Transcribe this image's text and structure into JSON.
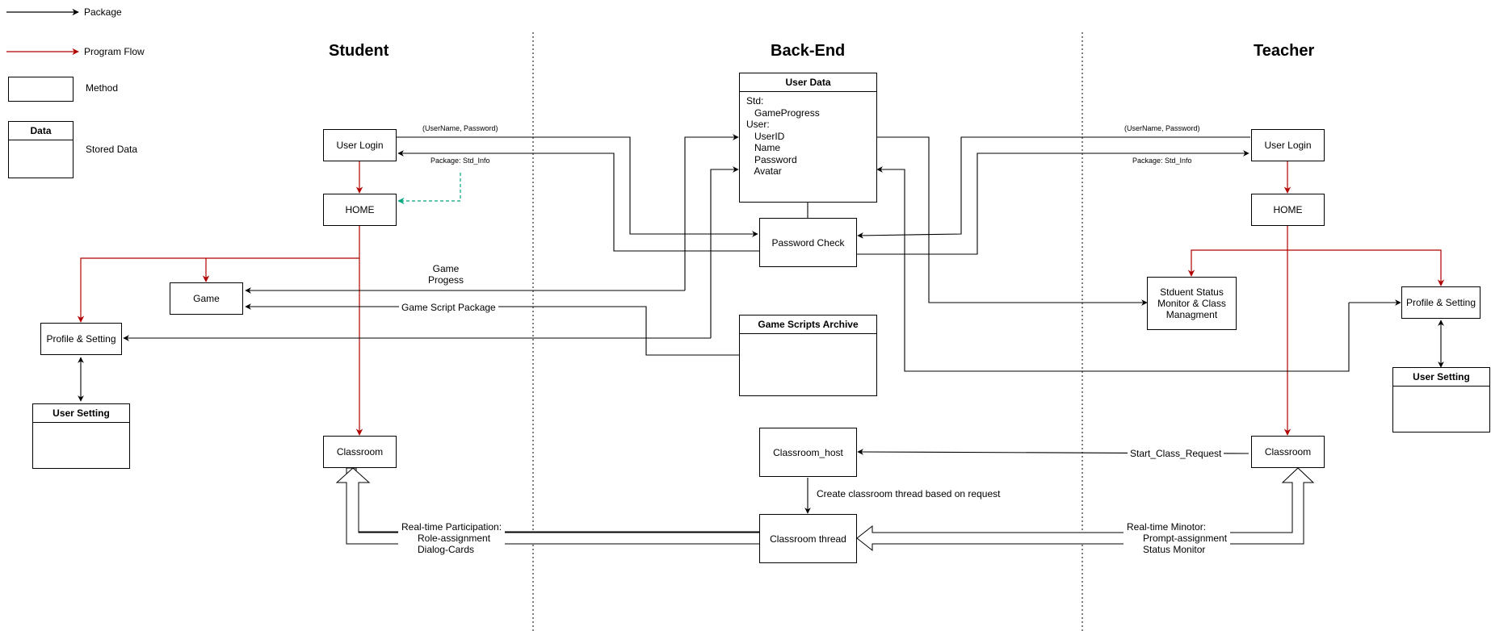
{
  "legend": {
    "package": "Package",
    "program_flow": "Program Flow",
    "method": "Method",
    "data_header": "Data",
    "stored_data": "Stored Data"
  },
  "sections": {
    "student": "Student",
    "backend": "Back-End",
    "teacher": "Teacher"
  },
  "student": {
    "user_login": "User Login",
    "home": "HOME",
    "game": "Game",
    "profile": "Profile & Setting",
    "user_setting": "User Setting",
    "classroom": "Classroom"
  },
  "backend": {
    "user_data_title": "User Data",
    "user_data_body": "Std:\n   GameProgress\nUser:\n   UserID\n   Name\n   Password\n   Avatar",
    "password_check": "Password Check",
    "scripts_archive": "Game Scripts Archive",
    "classroom_host": "Classroom_host",
    "classroom_thread": "Classroom thread"
  },
  "teacher": {
    "user_login": "User Login",
    "home": "HOME",
    "status_monitor": "Stduent Status\nMonitor & Class\nManagment",
    "profile": "Profile & Setting",
    "user_setting": "User Setting",
    "classroom": "Classroom"
  },
  "labels": {
    "std_credentials": "(UserName, Password)",
    "std_package": "Package: Std_Info",
    "tch_credentials": "(UserName, Password)",
    "tch_package": "Package: Std_Info",
    "game_progress": "Game\nProgess",
    "game_script_package": "Game Script Package",
    "start_class": "Start_Class_Request",
    "create_thread": "Create classroom thread based on request",
    "student_realtime": "Real-time Participation:\n      Role-assignment\n      Dialog-Cards",
    "teacher_realtime": "Real-time Minotor:\n      Prompt-assignment\n      Status Monitor"
  },
  "colors": {
    "package": "#000000",
    "program_flow": "#b20000",
    "info_return": "#00a67e"
  }
}
